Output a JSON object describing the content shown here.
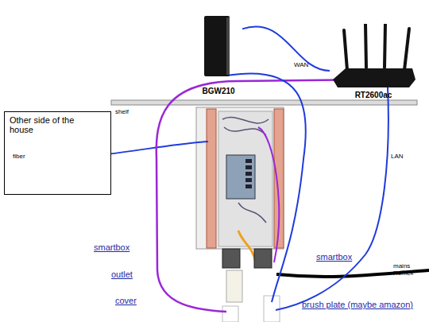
{
  "diagram": {
    "nodes": [
      {
        "text": [
          "Other side of the house"
        ]
      },
      {
        "text": [
          "BGW210"
        ]
      },
      {
        "text": [
          "RT2600ac"
        ]
      }
    ],
    "edges": [
      {
        "from": 1,
        "to": 2,
        "arrow": "none",
        "label": "WAN"
      }
    ],
    "labels": [
      "shelf",
      "fiber",
      "smartbox",
      "outlet",
      "cover",
      "smartbox",
      "brush plate (maybe amazon)",
      "LAN",
      "mains Romex"
    ]
  }
}
